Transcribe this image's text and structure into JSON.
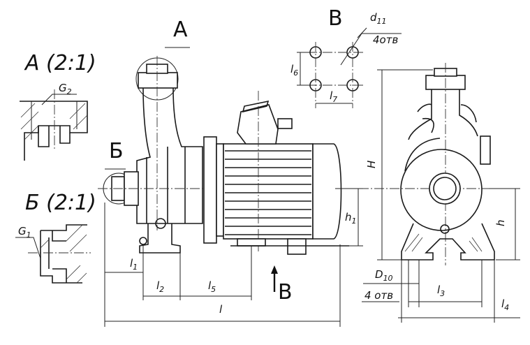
{
  "views": {
    "A": "A",
    "B_cyr": "Б",
    "V": "В"
  },
  "details": {
    "a_title": "A (2:1)",
    "b_title": "Б (2:1)",
    "g2": "G",
    "g2_sub": "2",
    "g1": "G",
    "g1_sub": "1"
  },
  "bolt_pattern": {
    "d": "d",
    "d_sub": "11",
    "holes": "4отв",
    "l6": "l",
    "l6_sub": "6",
    "l7": "l",
    "l7_sub": "7"
  },
  "dims": {
    "l1": "l",
    "l1_sub": "1",
    "l2": "l",
    "l2_sub": "2",
    "l5": "l",
    "l5_sub": "5",
    "l": "l",
    "h1": "h",
    "h1_sub": "1",
    "H": "H",
    "h": "h",
    "D10": "D",
    "D10_sub": "10",
    "holes": "4 отв",
    "l3": "l",
    "l3_sub": "3",
    "l4": "l",
    "l4_sub": "4"
  }
}
